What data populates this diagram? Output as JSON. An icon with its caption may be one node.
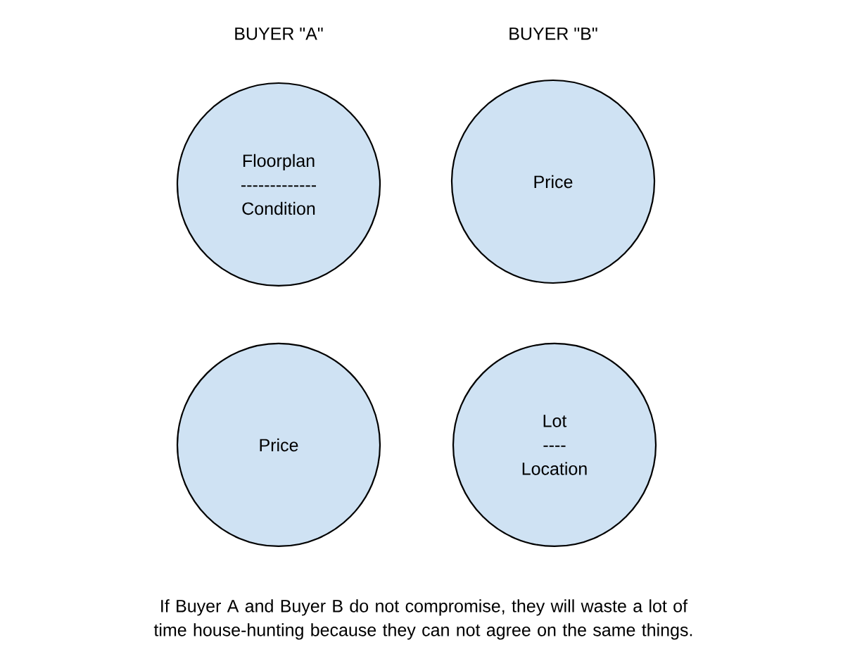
{
  "diagram": {
    "caption": "If Buyer A and Buyer B do not compromise, they will waste a lot of time house-hunting because they can not agree on the same things.",
    "nodes": [
      {
        "text": [
          "Floorplan",
          "-------------",
          "Condition"
        ]
      },
      {
        "text": [
          "Price"
        ]
      },
      {
        "text": [
          "Price"
        ]
      },
      {
        "text": [
          "Lot",
          "----",
          "Location"
        ]
      }
    ],
    "labels": [
      "BUYER \"A\"",
      "BUYER \"B\""
    ]
  }
}
